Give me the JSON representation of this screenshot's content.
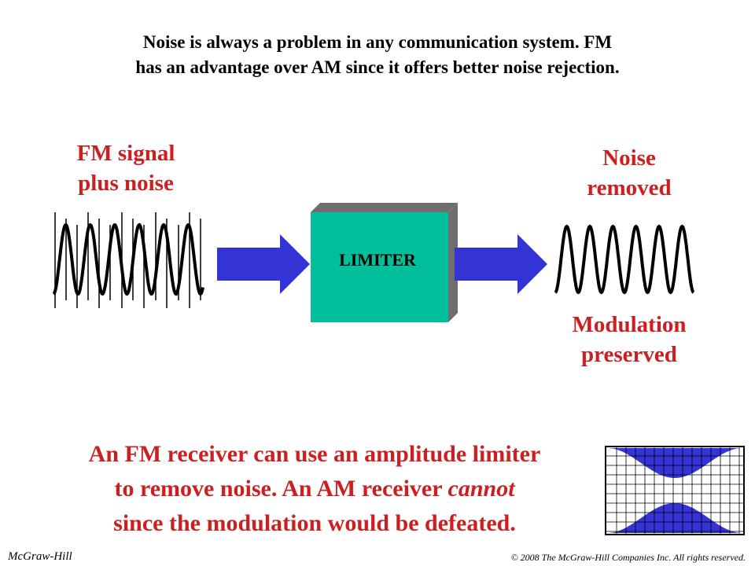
{
  "intro": {
    "line1": "Noise is always a problem in any communication system.  FM",
    "line2": "has an advantage over AM since it offers better noise rejection."
  },
  "input_label": {
    "line1": "FM signal",
    "line2": "plus noise"
  },
  "output_top_label": {
    "line1": "Noise",
    "line2": "removed"
  },
  "output_bottom_label": {
    "line1": "Modulation",
    "line2": "preserved"
  },
  "limiter": {
    "label": "LIMITER",
    "face_color": "#00bf9a",
    "side_color": "#6e6e6e"
  },
  "arrow_color": "#3333d6",
  "accent_color": "#cc1f1f",
  "bottom_text": {
    "line1": "An FM receiver can use an amplitude limiter",
    "line2_pre": "to remove noise.  An AM receiver ",
    "line2_em": "cannot",
    "line3": "since the modulation would be defeated."
  },
  "footer": {
    "left": "McGraw-Hill",
    "right": "© 2008 The McGraw-Hill Companies Inc. All rights reserved."
  }
}
